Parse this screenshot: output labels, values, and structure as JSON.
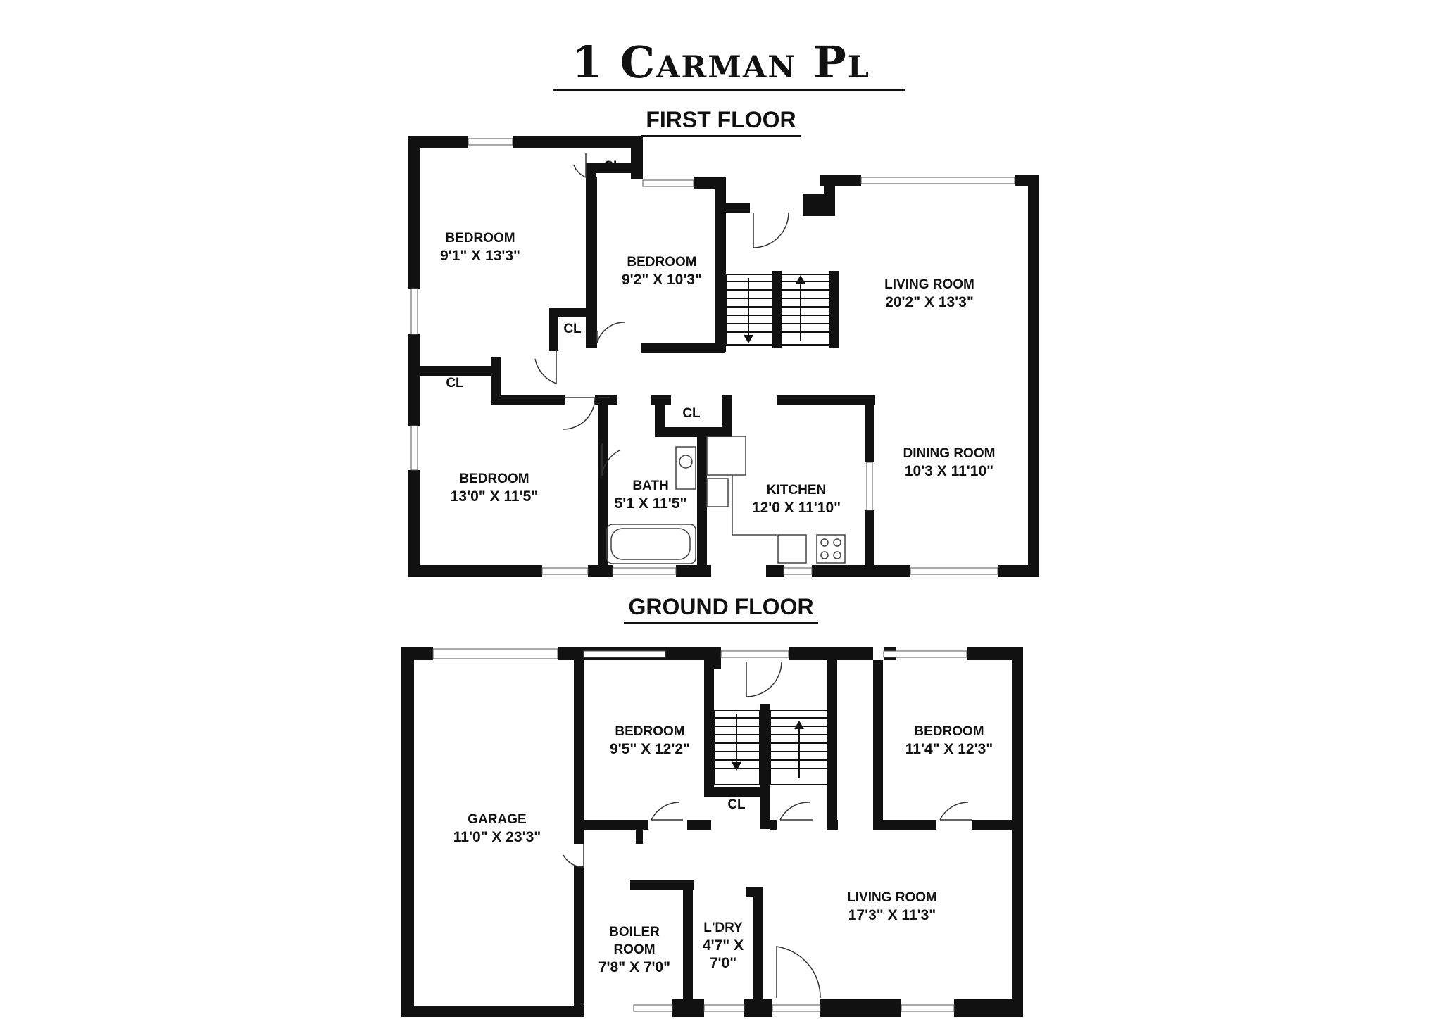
{
  "title": "1 Carman Pl",
  "floors": [
    {
      "heading": "FIRST FLOOR",
      "rooms": [
        {
          "name": "BEDROOM",
          "dims": "9'1\" X 13'3\""
        },
        {
          "name": "BEDROOM",
          "dims": "9'2\" X 10'3\""
        },
        {
          "name": "LIVING ROOM",
          "dims": "20'2\" X 13'3\""
        },
        {
          "name": "BEDROOM",
          "dims": "13'0\" X 11'5\""
        },
        {
          "name": "BATH",
          "dims": "5'1 X 11'5\""
        },
        {
          "name": "KITCHEN",
          "dims": "12'0 X 11'10\""
        },
        {
          "name": "DINING ROOM",
          "dims": "10'3 X 11'10\""
        }
      ],
      "closets": [
        "CL",
        "CL",
        "CL",
        "CL"
      ]
    },
    {
      "heading": "GROUND FLOOR",
      "rooms": [
        {
          "name": "GARAGE",
          "dims": "11'0\" X 23'3\""
        },
        {
          "name": "BEDROOM",
          "dims": "9'5\" X 12'2\""
        },
        {
          "name": "BEDROOM",
          "dims": "11'4\" X 12'3\""
        },
        {
          "name": "LIVING ROOM",
          "dims": "17'3\" X 11'3\""
        },
        {
          "name": "BOILER ROOM",
          "dims": "7'8\" X 7'0\""
        },
        {
          "name": "L'DRY",
          "dims": "4'7\" X 7'0\""
        }
      ],
      "closets": [
        "CL"
      ]
    }
  ]
}
